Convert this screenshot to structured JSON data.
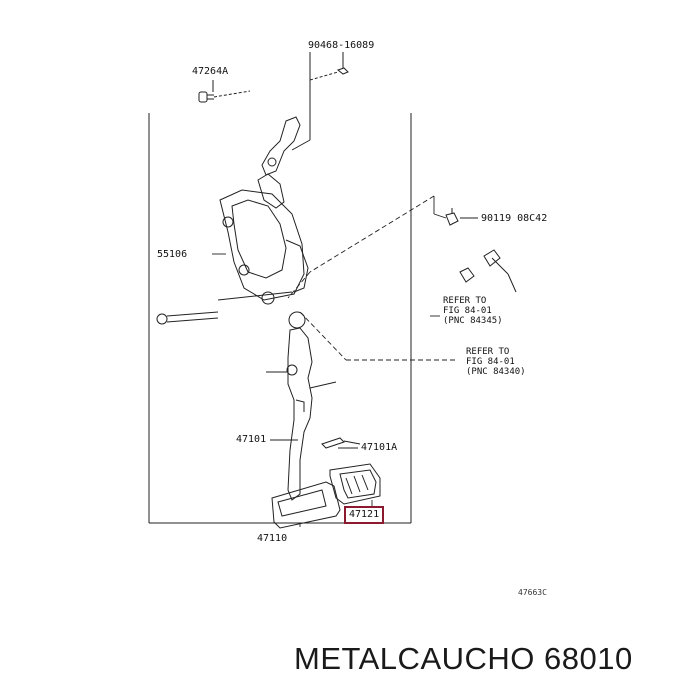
{
  "labels": {
    "part_90468": "90468-16089",
    "part_47264A": "47264A",
    "part_90119": "90119 08C42",
    "part_55106": "55106",
    "part_47101": "47101",
    "part_47101A": "47101A",
    "part_47121": "47121",
    "part_47110": "47110"
  },
  "refer1": {
    "line1": "REFER TO",
    "line2": "FIG 84-01",
    "line3": "(PNC 84345)"
  },
  "refer2": {
    "line1": "REFER TO",
    "line2": "FIG 84-01",
    "line3": "(PNC 84340)"
  },
  "figure_code": "47663C",
  "brand_text": "METALCAUCHO 68010",
  "colors": {
    "highlight": "#8b1a2e",
    "line": "#222222"
  }
}
